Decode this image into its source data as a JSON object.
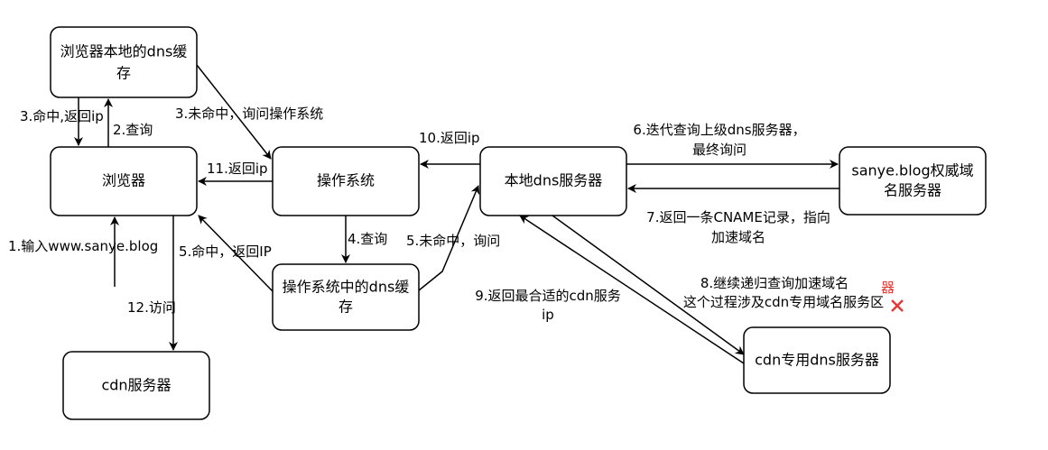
{
  "nodes": {
    "browser_cache": [
      "浏览器本地的dns缓",
      "存"
    ],
    "browser": "浏览器",
    "os": "操作系统",
    "os_cache": [
      "操作系统中的dns缓",
      "存"
    ],
    "local_dns": "本地dns服务器",
    "authoritative": [
      "sanye.blog权威域",
      "名服务器"
    ],
    "cdn_dns": "cdn专用dns服务器",
    "cdn_server": "cdn服务器"
  },
  "edges": {
    "e1": "1.输入www.sanye.blog",
    "e2": "2.查询",
    "e3a": "3.命中,返回ip",
    "e3b": "3.未命中，询问操作系统",
    "e4": "4.查询",
    "e5a": "5.命中，返回IP",
    "e5b": "5.未命中，询问",
    "e6": [
      "6.迭代查询上级dns服务器，",
      "最终询问"
    ],
    "e7": [
      "7.返回一条CNAME记录，指向",
      "加速域名"
    ],
    "e8": [
      "8.继续递归查询加速域名",
      "这个过程涉及cdn专用域名服务区"
    ],
    "e8_mark": "器",
    "e9": [
      "9.返回最合适的cdn服务",
      "ip"
    ],
    "e10": "10.返回ip",
    "e11": "11.返回ip",
    "e12": "12.访问"
  },
  "colors": {
    "stroke": "#000000",
    "correction": "#e53935"
  }
}
